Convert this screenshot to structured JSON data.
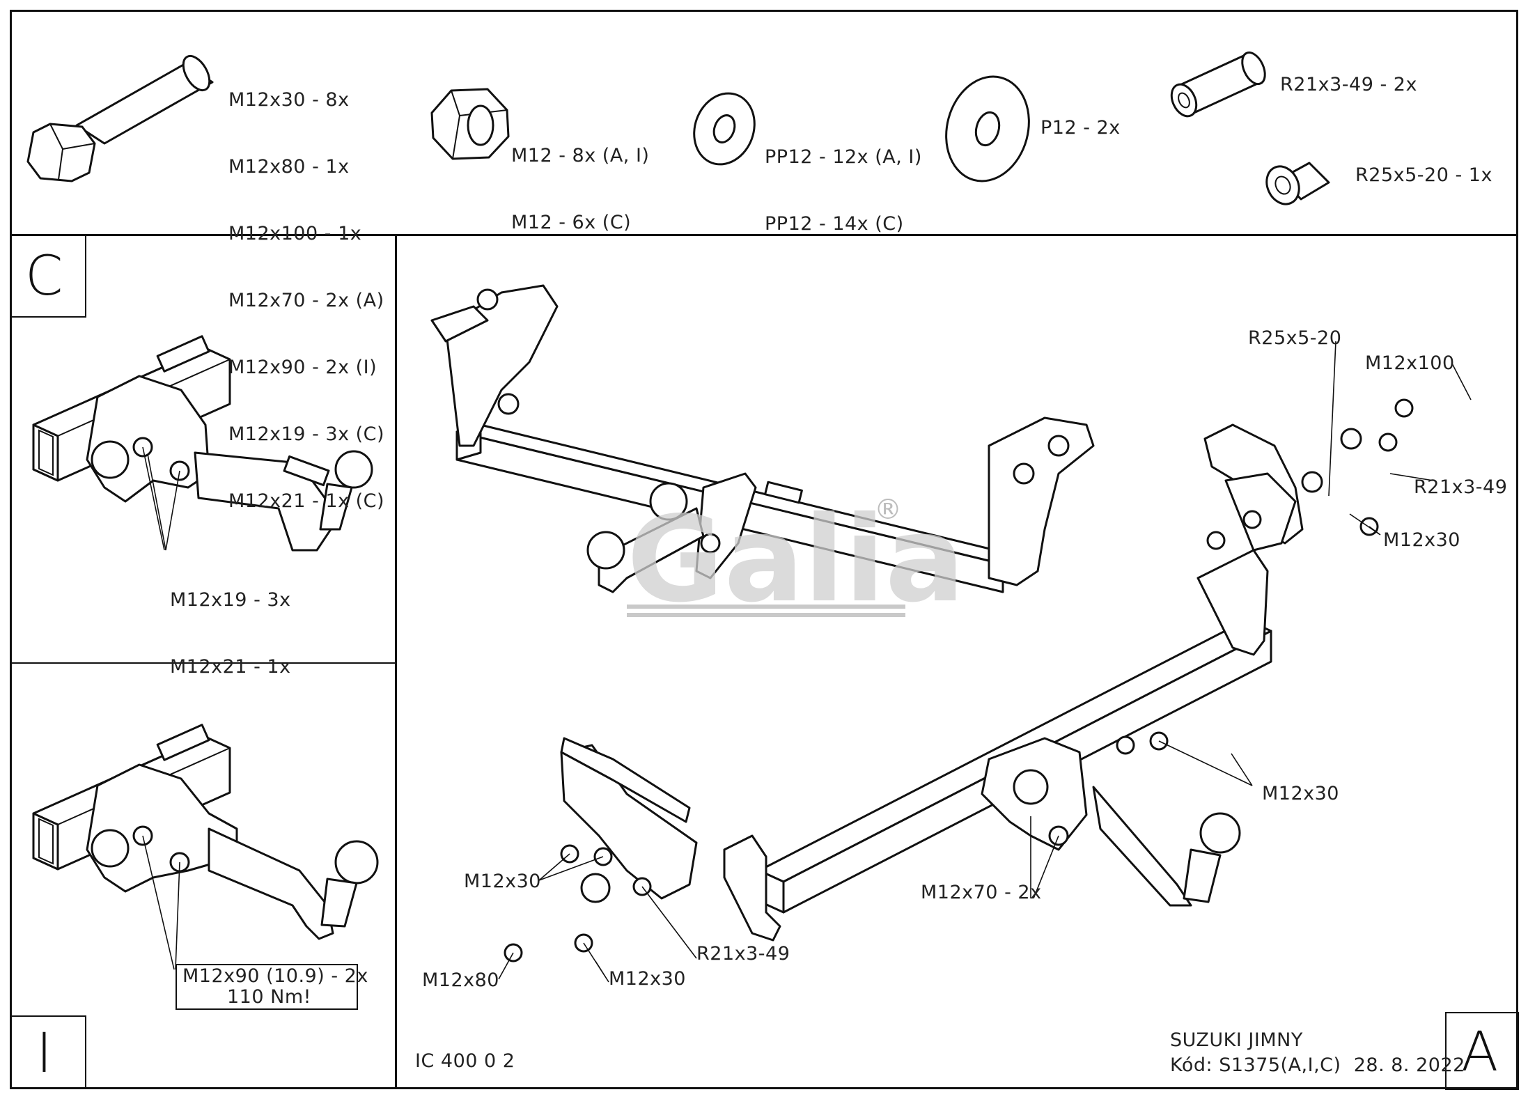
{
  "parts_list": {
    "bolts": [
      "M12x30 - 8x",
      "M12x80 - 1x",
      "M12x100 - 1x",
      "M12x70 - 2x (A)",
      "M12x90 - 2x (I)",
      "M12x19 - 3x (C)",
      "M12x21 - 1x (C)"
    ],
    "nuts": [
      "M12 - 8x (A, I)",
      "M12 - 6x (C)"
    ],
    "washers_pp": [
      "PP12 - 12x (A, I)",
      "PP12 - 14x (C)"
    ],
    "washer_p": "P12 - 2x",
    "spacer_r21": "R21x3-49 - 2x",
    "spacer_r25": "R25x5-20 - 1x"
  },
  "panel_c": {
    "letter": "C",
    "labels": [
      "M12x19 - 3x",
      "M12x21 - 1x"
    ]
  },
  "panel_i": {
    "letter": "I",
    "labels": [
      "M12x90 (10.9) - 2x",
      "110 Nm!"
    ]
  },
  "panel_a": {
    "letter": "A",
    "callouts": {
      "r25": "R25x5-20",
      "m12x100": "M12x100",
      "r21_right": "R21x3-49",
      "m12x30_right": "M12x30",
      "m12x30_lower_right": "M12x30",
      "m12x70": "M12x70 - 2x",
      "m12x30_left": "M12x30",
      "r21_left": "R21x3-49",
      "m12x30_bottom": "M12x30",
      "m12x80": "M12x80"
    },
    "watermark": "Galia",
    "watermark_mark": "®"
  },
  "footer": {
    "drawing_code": "IC 400 0 2",
    "vehicle": "SUZUKI JIMNY",
    "code_line": "Kód: S1375(A,I,C)  28. 8. 2022"
  }
}
